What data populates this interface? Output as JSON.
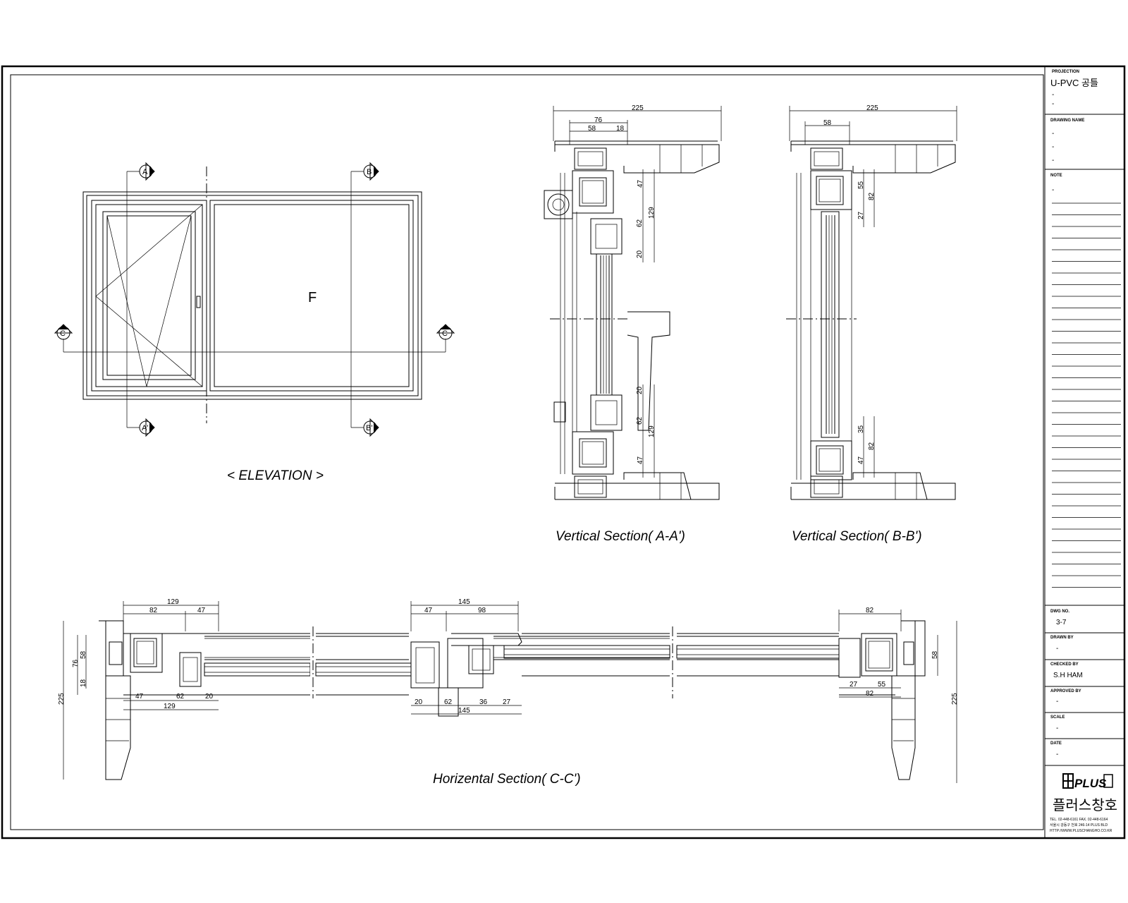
{
  "elevation": {
    "caption": "< ELEVATION >",
    "fixed_label": "F",
    "markers": {
      "a": "A",
      "a_prime": "A'",
      "b": "B",
      "b_prime": "B'",
      "c": "C"
    }
  },
  "section_aa": {
    "caption": "Vertical Section( A-A')",
    "dims": {
      "overall": "225",
      "top_76": "76",
      "top_58": "58",
      "top_18": "18",
      "r47": "47",
      "r129": "129",
      "r62": "62",
      "r20": "20"
    }
  },
  "section_bb": {
    "caption": "Vertical Section( B-B')",
    "dims": {
      "overall": "225",
      "top_58": "58",
      "r55": "55",
      "r82": "82",
      "r27": "27",
      "r35": "35",
      "r47": "47"
    }
  },
  "section_cc": {
    "caption": "Horizental Section( C-C')",
    "dims": {
      "left_129": "129",
      "left_82": "82",
      "left_47": "47",
      "v76": "76",
      "v58": "58",
      "v18": "18",
      "v225": "225",
      "b47": "47",
      "b62": "62",
      "b20": "20",
      "b129": "129",
      "mid_145": "145",
      "mid_47": "47",
      "mid_98": "98",
      "mb20": "20",
      "mb62": "62",
      "mb36": "36",
      "mb27": "27",
      "mb145": "145",
      "right_82": "82",
      "rb27": "27",
      "rb55": "55",
      "rb82": "82",
      "rv58": "58",
      "rv225": "225"
    }
  },
  "title_block": {
    "projection_label": "PROJECTION",
    "projection_value": "U-PVC 공틀",
    "dash": "-",
    "drawing_name_label": "DRAWING NAME",
    "note_label": "NOTE",
    "dwg_no_label": "DWG NO.",
    "dwg_no_value": "3-7",
    "drawn_by_label": "DRAWN BY",
    "checked_by_label": "CHECKED BY",
    "checked_by_value": "S.H HAM",
    "approved_by_label": "APPROVED BY",
    "scale_label": "SCALE",
    "date_label": "DATE",
    "logo_text": "PLUS",
    "company_name": "플러스창호",
    "contact_lines": [
      "TEL. 02-448-6161 FAX. 02-448-6164",
      "서울시 강동구 천호 246-14 PLUS BLD",
      "HTTP://WWW.PLUSCHANGHO.CO.KR"
    ]
  }
}
